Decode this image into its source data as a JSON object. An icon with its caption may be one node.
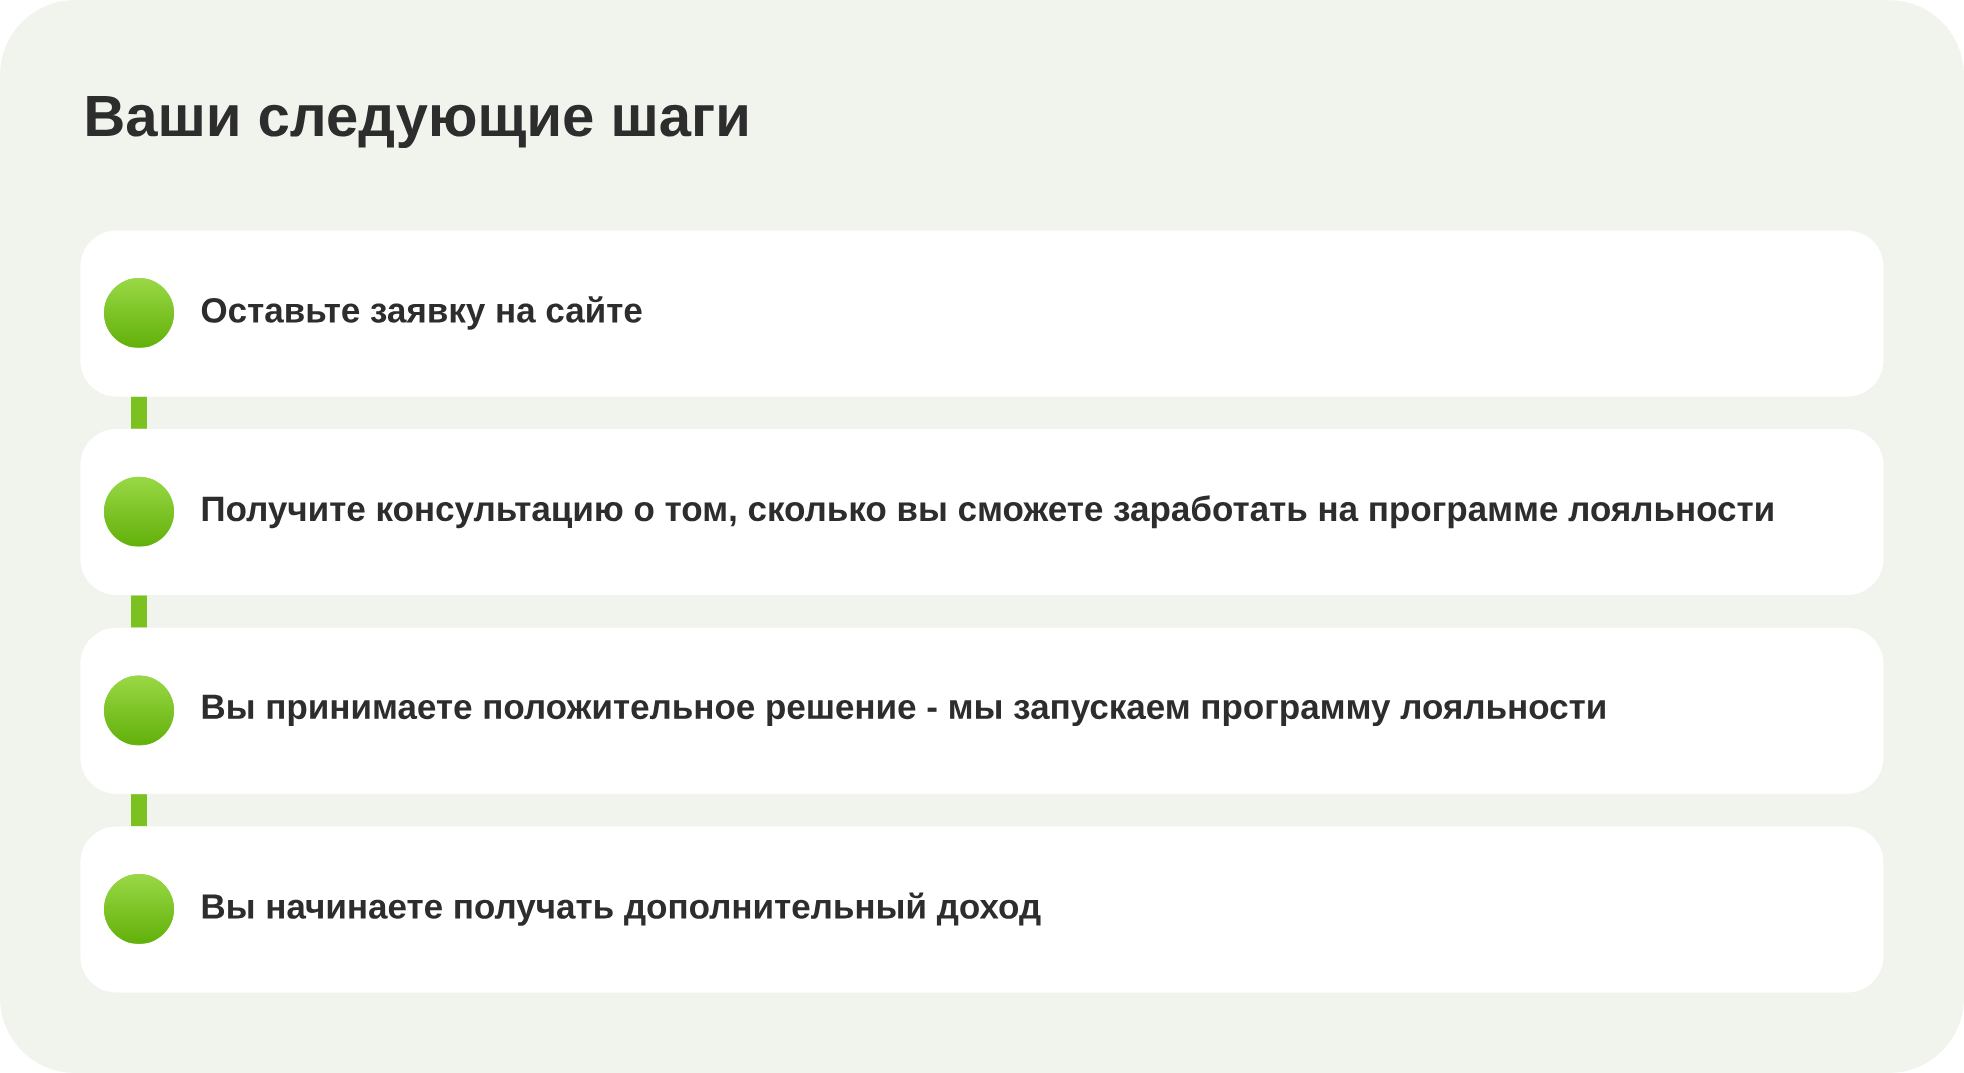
{
  "diagram": {
    "title": "Ваши следующие шаги",
    "nodes": [
      {
        "text": [
          "Оставьте заявку на сайте"
        ]
      },
      {
        "text": [
          "Получите консультацию о том, сколько вы сможете заработать на программе лояльности"
        ]
      },
      {
        "text": [
          "Вы принимаете положительное решение - мы запускаем программу лояльности"
        ]
      },
      {
        "text": [
          "Вы начинаете получать дополнительный доход"
        ]
      }
    ],
    "edges": [
      {
        "from": 0,
        "to": 1,
        "arrow": "none"
      },
      {
        "from": 1,
        "to": 2,
        "arrow": "none"
      },
      {
        "from": 2,
        "to": 3,
        "arrow": "none"
      }
    ]
  }
}
